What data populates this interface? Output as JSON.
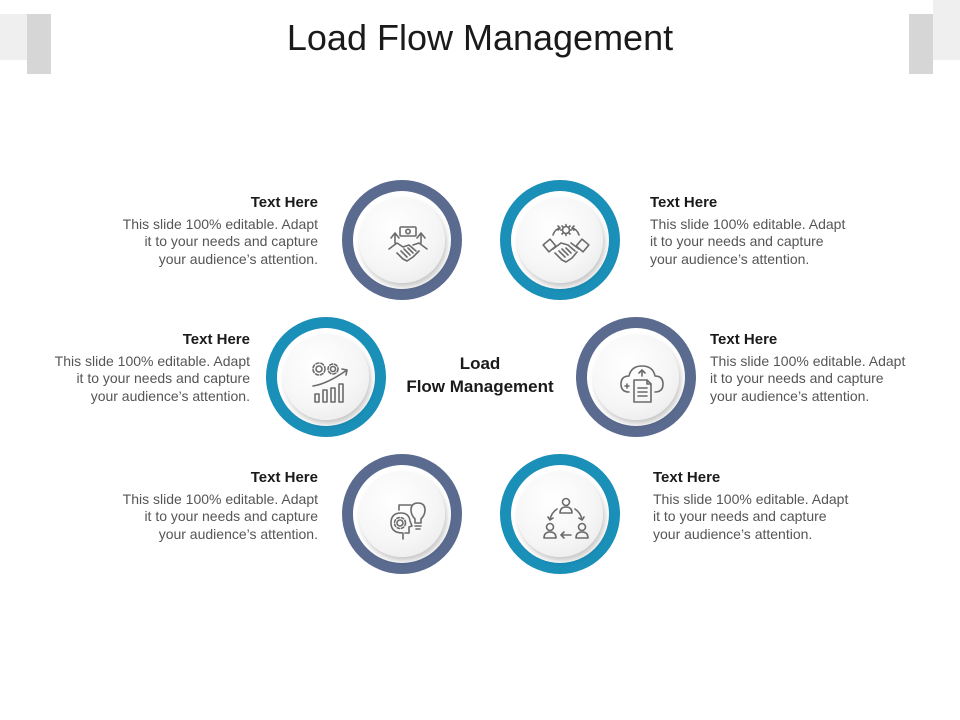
{
  "title": "Load Flow Management",
  "center": {
    "line1": "Load",
    "line2": "Flow Management"
  },
  "items": [
    {
      "heading": "Text Here",
      "body": "This slide 100% editable. Adapt it to your needs and capture your audience’s attention.",
      "icon": "handshake-money-icon",
      "ring_color": "#5b6b8f"
    },
    {
      "heading": "Text Here",
      "body": "This slide 100% editable. Adapt it to your needs and capture your audience’s attention.",
      "icon": "handshake-gear-icon",
      "ring_color": "#1a8fb8"
    },
    {
      "heading": "Text Here",
      "body": "This slide 100% editable. Adapt it to your needs and capture your audience’s attention.",
      "icon": "gears-growth-chart-icon",
      "ring_color": "#1a8fb8"
    },
    {
      "heading": "Text Here",
      "body": "This slide 100% editable. Adapt it to your needs and capture your audience’s attention.",
      "icon": "cloud-document-icon",
      "ring_color": "#5b6b8f"
    },
    {
      "heading": "Text Here",
      "body": "This slide 100% editable. Adapt it to your needs and capture your audience’s attention.",
      "icon": "head-gear-bulb-icon",
      "ring_color": "#5b6b8f"
    },
    {
      "heading": "Text Here",
      "body": "This slide 100% editable. Adapt it to your needs and capture your audience’s attention.",
      "icon": "people-cycle-icon",
      "ring_color": "#1a8fb8"
    }
  ]
}
